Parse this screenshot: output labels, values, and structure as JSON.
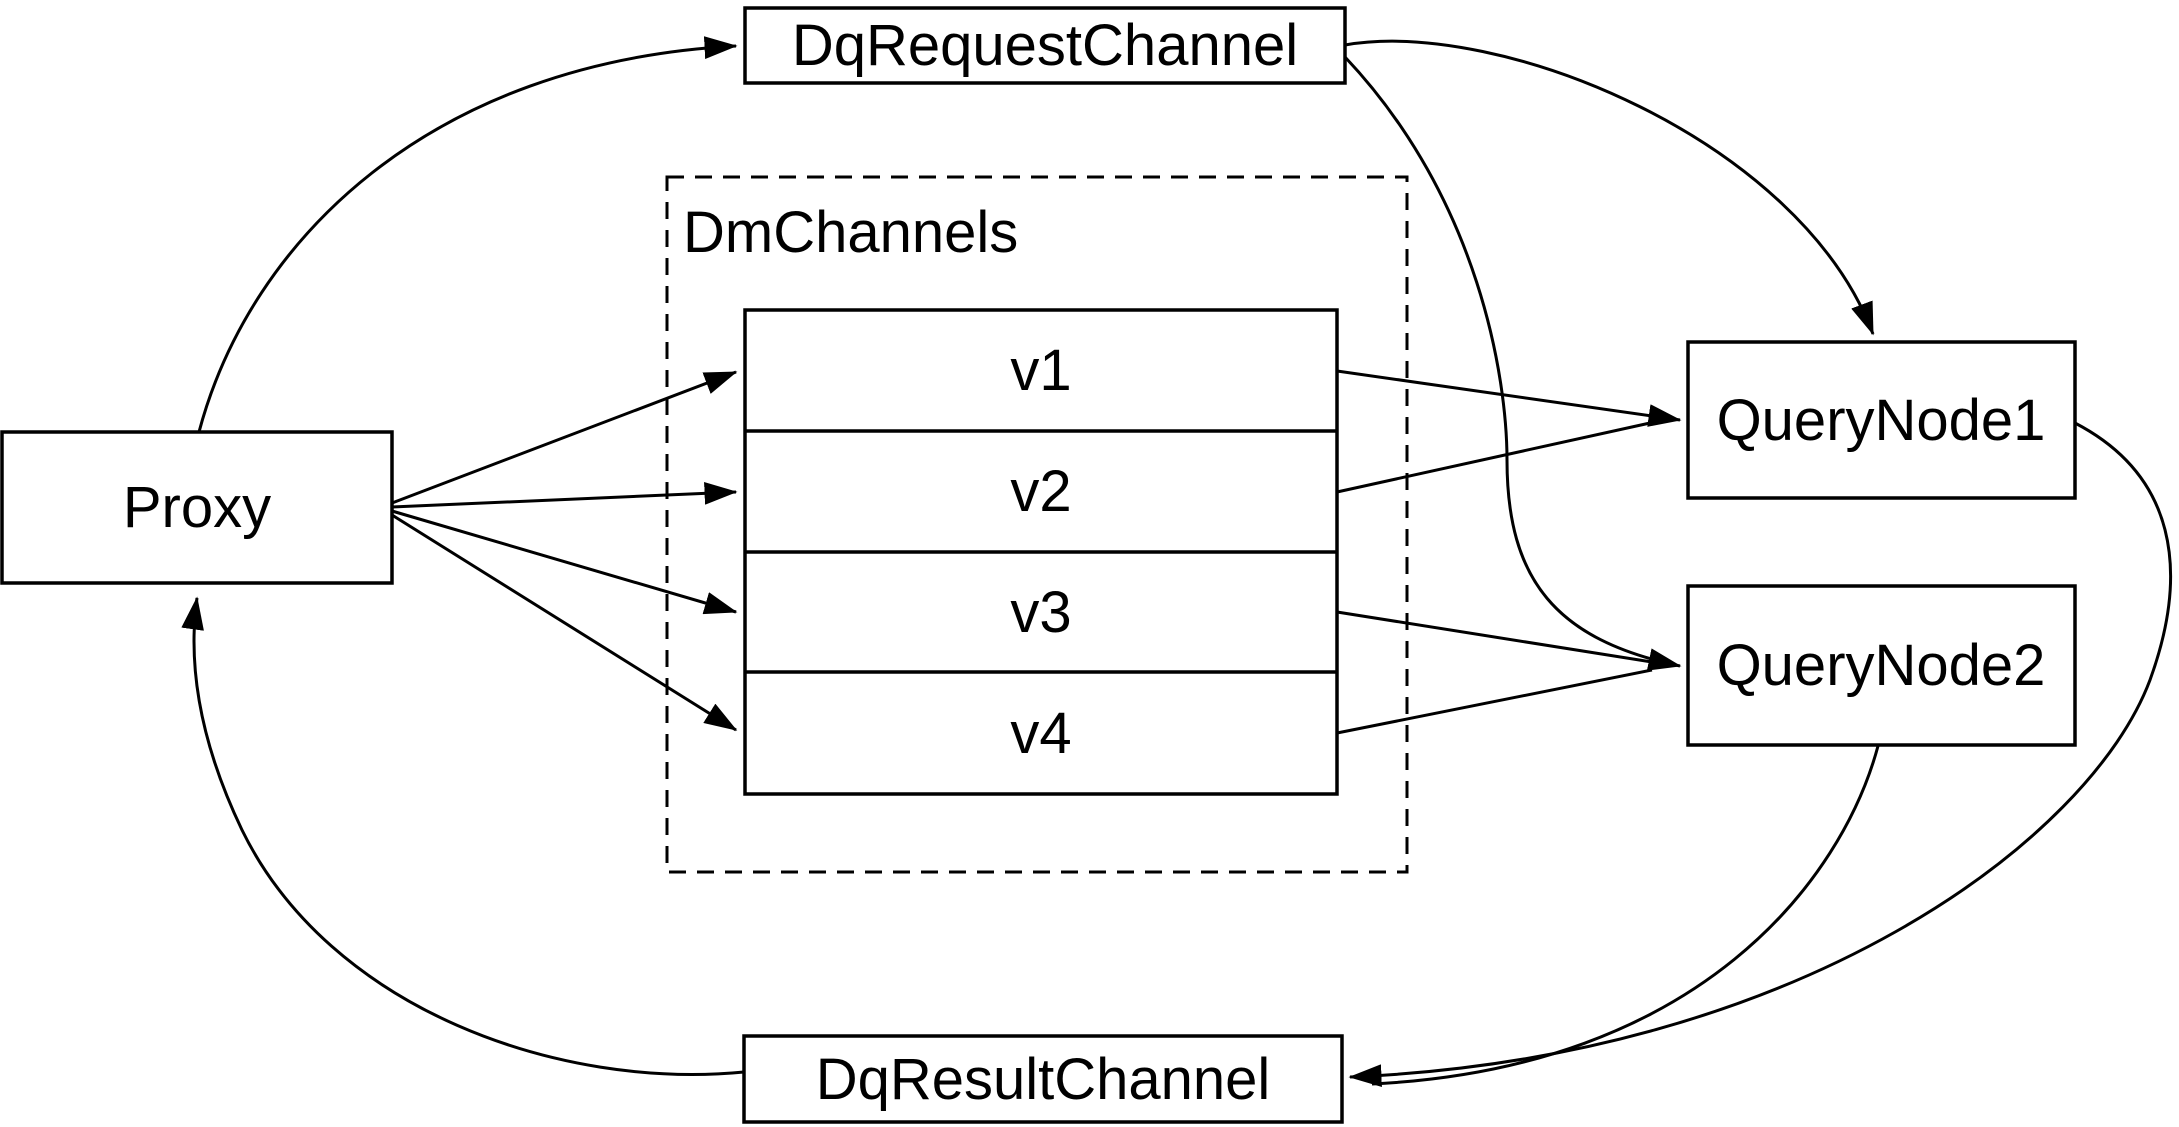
{
  "diagram": {
    "colors": {
      "background": "#ffffff",
      "line": "#000000"
    },
    "nodes": {
      "dq_request_channel": {
        "label": "DqRequestChannel"
      },
      "dm_channels": {
        "label": "DmChannels",
        "channels": [
          {
            "label": "v1"
          },
          {
            "label": "v2"
          },
          {
            "label": "v3"
          },
          {
            "label": "v4"
          }
        ]
      },
      "proxy": {
        "label": "Proxy"
      },
      "query_node1": {
        "label": "QueryNode1"
      },
      "query_node2": {
        "label": "QueryNode2"
      },
      "dq_result_channel": {
        "label": "DqResultChannel"
      }
    },
    "edges": [
      {
        "from": "Proxy",
        "to": "DqRequestChannel"
      },
      {
        "from": "Proxy",
        "to": "v1"
      },
      {
        "from": "Proxy",
        "to": "v2"
      },
      {
        "from": "Proxy",
        "to": "v3"
      },
      {
        "from": "Proxy",
        "to": "v4"
      },
      {
        "from": "v1",
        "to": "QueryNode1"
      },
      {
        "from": "v2",
        "to": "QueryNode1"
      },
      {
        "from": "v3",
        "to": "QueryNode2"
      },
      {
        "from": "v4",
        "to": "QueryNode2"
      },
      {
        "from": "DqRequestChannel",
        "to": "QueryNode1"
      },
      {
        "from": "DqRequestChannel",
        "to": "QueryNode2"
      },
      {
        "from": "QueryNode1",
        "to": "DqResultChannel"
      },
      {
        "from": "QueryNode2",
        "to": "DqResultChannel"
      },
      {
        "from": "DqResultChannel",
        "to": "Proxy"
      }
    ]
  }
}
